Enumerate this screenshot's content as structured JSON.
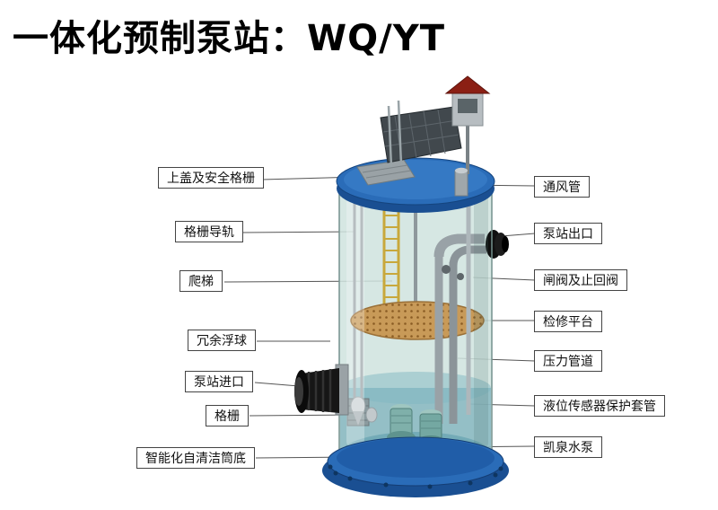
{
  "title": "一体化预制泵站：WQ/YT",
  "labels": {
    "left": [
      {
        "id": "top-cover-safety-grille",
        "text": "上盖及安全格栅"
      },
      {
        "id": "grille-guide-rail",
        "text": "格栅导轨"
      },
      {
        "id": "ladder",
        "text": "爬梯"
      },
      {
        "id": "redundant-float",
        "text": "冗余浮球"
      },
      {
        "id": "station-inlet",
        "text": "泵站进口"
      },
      {
        "id": "grille",
        "text": "格栅"
      },
      {
        "id": "smart-self-cleaning-bottom",
        "text": "智能化自清洁筒底"
      }
    ],
    "right": [
      {
        "id": "vent-pipe",
        "text": "通风管"
      },
      {
        "id": "station-outlet",
        "text": "泵站出口"
      },
      {
        "id": "gate-and-check-valve",
        "text": "闸阀及止回阀"
      },
      {
        "id": "maintenance-platform",
        "text": "检修平台"
      },
      {
        "id": "pressure-pipe",
        "text": "压力管道"
      },
      {
        "id": "level-sensor-sleeve",
        "text": "液位传感器保护套管"
      },
      {
        "id": "kaiquan-pump",
        "text": "凯泉水泵"
      }
    ]
  },
  "colors": {
    "flange_blue": "#2a6cb8",
    "flange_blue_dark": "#1a4f92",
    "glass_teal": "#cfe3de",
    "water_teal": "#5f9fae",
    "platform_tan": "#c89a58",
    "ladder_yellow": "#c8a83c",
    "roof_red": "#8b1f14",
    "pipe_gray": "#99a2a7",
    "leader_line": "#555555"
  }
}
